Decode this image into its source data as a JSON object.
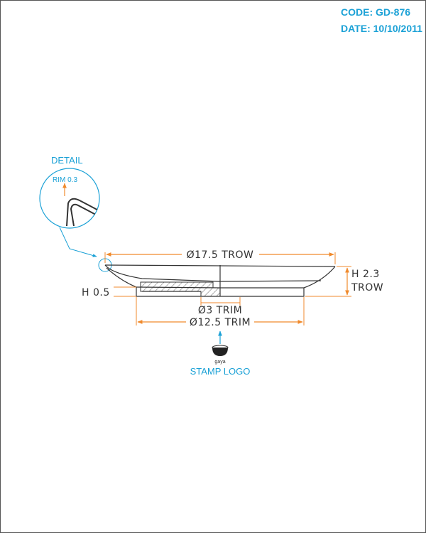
{
  "header": {
    "code": "CODE: GD-876",
    "date": "DATE: 10/10/2011"
  },
  "detail": {
    "title": "DETAIL",
    "rim_label": "RIM 0.3"
  },
  "dimensions": {
    "outer_diameter": "Ø17.5 TROW",
    "height_line1": "H 2.3",
    "height_line2": "TROW",
    "foot_height": "H 0.5",
    "inner_diameter": "Ø3 TRIM",
    "foot_diameter": "Ø12.5 TRIM"
  },
  "stamp": {
    "brand": "gaya",
    "label": "STAMP LOGO"
  },
  "colors": {
    "accent": "#1ba1d6",
    "dimension": "#f08a2c",
    "line": "#333333"
  }
}
